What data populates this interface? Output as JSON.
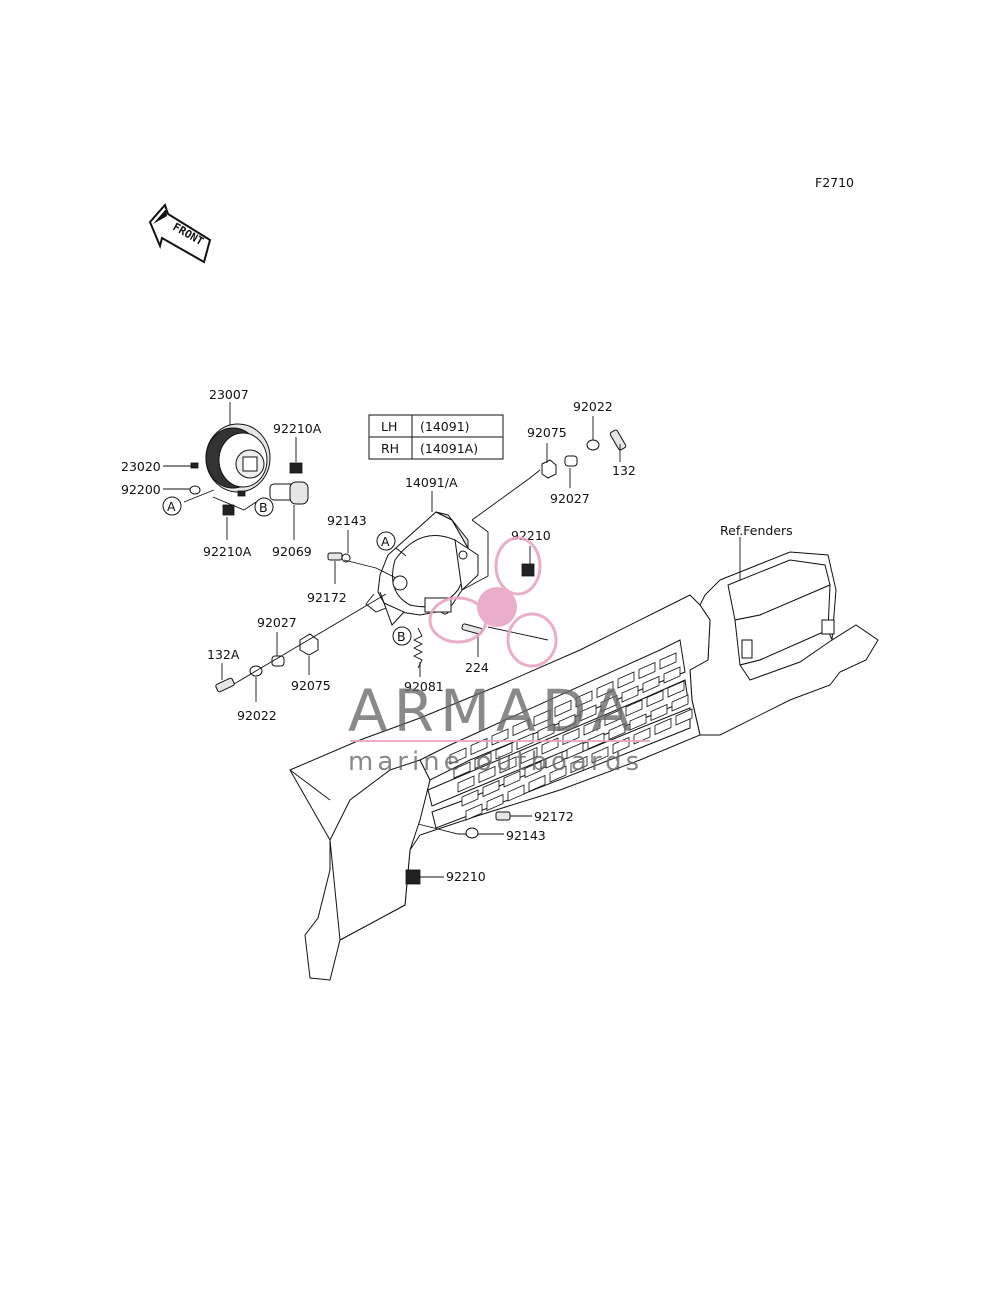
{
  "figure_code": "F2710",
  "front_arrow": {
    "text": "FRONT"
  },
  "reference": "Ref.Fenders",
  "table": [
    {
      "side": "LH",
      "part": "(14091)"
    },
    {
      "side": "RH",
      "part": "(14091A)"
    }
  ],
  "callouts": {
    "a": "A",
    "b": "B"
  },
  "parts": {
    "p23007": "23007",
    "p92210A_top": "92210A",
    "p23020": "23020",
    "p92200": "92200",
    "p92210A_bottom": "92210A",
    "p92069": "92069",
    "p14091A": "14091/A",
    "p92075_top": "92075",
    "p92022_top": "92022",
    "p132": "132",
    "p92027_top": "92027",
    "p92210_mid": "92210",
    "p92143_top": "92143",
    "p92172_top": "92172",
    "p92027_left": "92027",
    "p132A": "132A",
    "p92075_left": "92075",
    "p92022_left": "92022",
    "p92081": "92081",
    "p224": "224",
    "p92172_bottom": "92172",
    "p92143_bottom": "92143",
    "p92210_bottom": "92210"
  },
  "watermark": {
    "brand": "ARMADA",
    "tagline": "marine outboards",
    "accent_color": "#e8a6c4"
  }
}
